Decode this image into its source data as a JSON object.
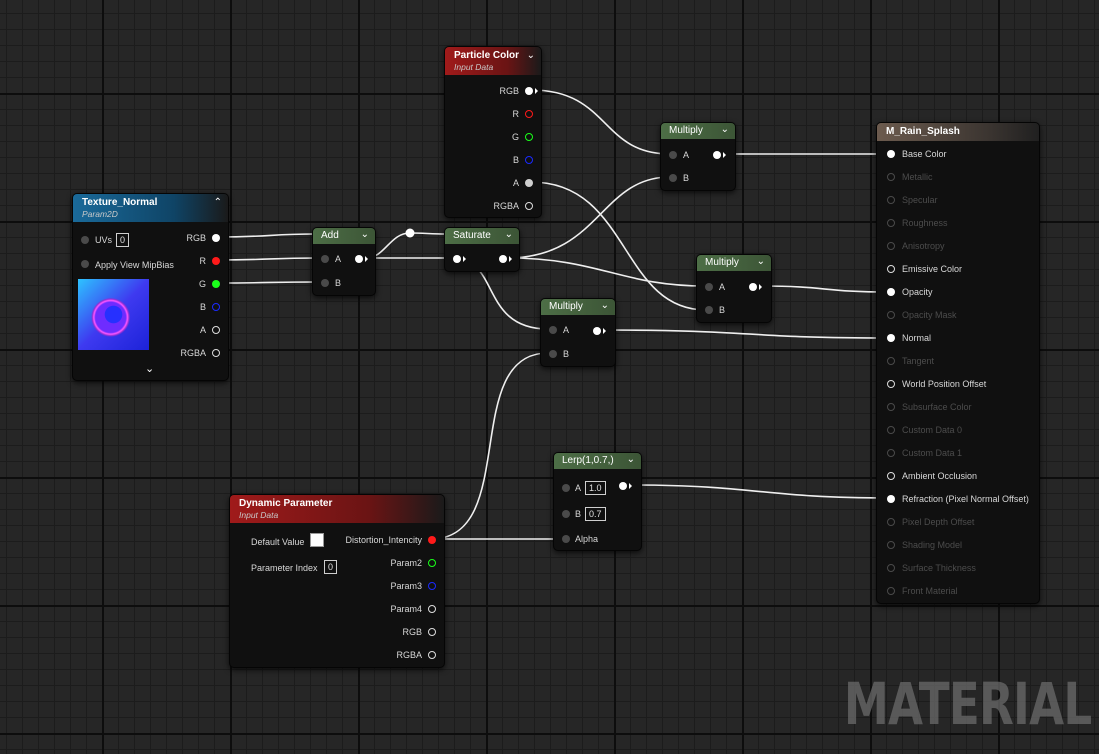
{
  "nodes": {
    "particle_color": {
      "title": "Particle Color",
      "subtitle": "Input Data",
      "outputs": [
        "RGB",
        "R",
        "G",
        "B",
        "A",
        "RGBA"
      ]
    },
    "texture_normal": {
      "title": "Texture_Normal",
      "subtitle": "Param2D",
      "uvs_label": "UVs",
      "uvs_value": "0",
      "mipbias_label": "Apply View MipBias",
      "outputs": [
        "RGB",
        "R",
        "G",
        "B",
        "A",
        "RGBA"
      ]
    },
    "add": {
      "title": "Add",
      "inputs": [
        "A",
        "B"
      ]
    },
    "saturate": {
      "title": "Saturate"
    },
    "multiply_1": {
      "title": "Multiply",
      "inputs": [
        "A",
        "B"
      ]
    },
    "multiply_2": {
      "title": "Multiply",
      "inputs": [
        "A",
        "B"
      ]
    },
    "multiply_3": {
      "title": "Multiply",
      "inputs": [
        "A",
        "B"
      ]
    },
    "lerp": {
      "title": "Lerp(1,0.7,)",
      "inputs": [
        "A",
        "B",
        "Alpha"
      ],
      "a_value": "1.0",
      "b_value": "0.7"
    },
    "dynamic_parameter": {
      "title": "Dynamic Parameter",
      "subtitle": "Input Data",
      "default_value_label": "Default Value",
      "parameter_index_label": "Parameter Index",
      "parameter_index_value": "0",
      "outputs": [
        "Distortion_Intencity",
        "Param2",
        "Param3",
        "Param4",
        "RGB",
        "RGBA"
      ]
    },
    "material": {
      "title": "M_Rain_Splash",
      "inputs": [
        "Base Color",
        "Metallic",
        "Specular",
        "Roughness",
        "Anisotropy",
        "Emissive Color",
        "Opacity",
        "Opacity Mask",
        "Normal",
        "Tangent",
        "World Position Offset",
        "Subsurface Color",
        "Custom Data 0",
        "Custom Data 1",
        "Ambient Occlusion",
        "Refraction (Pixel Normal Offset)",
        "Pixel Depth Offset",
        "Shading Model",
        "Surface Thickness",
        "Front Material"
      ]
    }
  },
  "watermark": "MATERIAL",
  "icons": {
    "collapse": "chevron-up-icon",
    "expand": "chevron-down-icon"
  },
  "colors": {
    "pin_red": "#ff1a1a",
    "pin_green": "#1aff1a",
    "pin_blue": "#1a2aff",
    "wire": "#f0f0f0"
  }
}
